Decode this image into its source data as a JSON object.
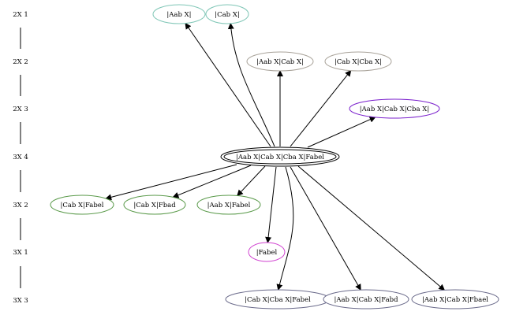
{
  "rank_labels": [
    "2X 1",
    "2X 2",
    "2X 3",
    "3X 4",
    "3X 2",
    "3X 1",
    "3X 3"
  ],
  "nodes": [
    {
      "id": "n_aab",
      "label": "|Aab X|",
      "color": "#7fc6b6",
      "double": false
    },
    {
      "id": "n_cab",
      "label": "|Cab X|",
      "color": "#7fc6b6",
      "double": false
    },
    {
      "id": "n_aabcab",
      "label": "|Aab X|Cab X|",
      "color": "#a9a39a",
      "double": false
    },
    {
      "id": "n_cabcba",
      "label": "|Cab X|Cba X|",
      "color": "#a9a39a",
      "double": false
    },
    {
      "id": "n_aabcabcba",
      "label": "|Aab X|Cab X|Cba X|",
      "color": "#7a1fcc",
      "double": false
    },
    {
      "id": "n_center",
      "label": "|Aab X|Cab X|Cba X|Fabel",
      "color": "#000000",
      "double": true
    },
    {
      "id": "n_cabfabel",
      "label": "|Cab X|Fabel",
      "color": "#5a9a4a",
      "double": false
    },
    {
      "id": "n_cabfbad",
      "label": "|Cab X|Fbad",
      "color": "#5a9a4a",
      "double": false
    },
    {
      "id": "n_aabfabel",
      "label": "|Aab X|Fabel",
      "color": "#5a9a4a",
      "double": false
    },
    {
      "id": "n_fabel",
      "label": "|Fabel",
      "color": "#d040d0",
      "double": false
    },
    {
      "id": "n_cabcbafabel",
      "label": "|Cab X|Cba X|Fabel",
      "color": "#6a6a8a",
      "double": false
    },
    {
      "id": "n_aabcabfabd",
      "label": "|Aab X|Cab X|Fabd",
      "color": "#6a6a8a",
      "double": false
    },
    {
      "id": "n_aabcabfbael",
      "label": "|Aab X|Cab X|Fbael",
      "color": "#6a6a8a",
      "double": false
    }
  ],
  "edges": [
    {
      "from": "n_center",
      "to": "n_aab"
    },
    {
      "from": "n_center",
      "to": "n_cab"
    },
    {
      "from": "n_center",
      "to": "n_aabcab"
    },
    {
      "from": "n_center",
      "to": "n_cabcba"
    },
    {
      "from": "n_center",
      "to": "n_aabcabcba"
    },
    {
      "from": "n_center",
      "to": "n_cabfabel"
    },
    {
      "from": "n_center",
      "to": "n_cabfbad"
    },
    {
      "from": "n_center",
      "to": "n_aabfabel"
    },
    {
      "from": "n_center",
      "to": "n_fabel"
    },
    {
      "from": "n_center",
      "to": "n_cabcbafabel"
    },
    {
      "from": "n_center",
      "to": "n_aabcabfabd"
    },
    {
      "from": "n_center",
      "to": "n_aabcabfbael"
    }
  ]
}
